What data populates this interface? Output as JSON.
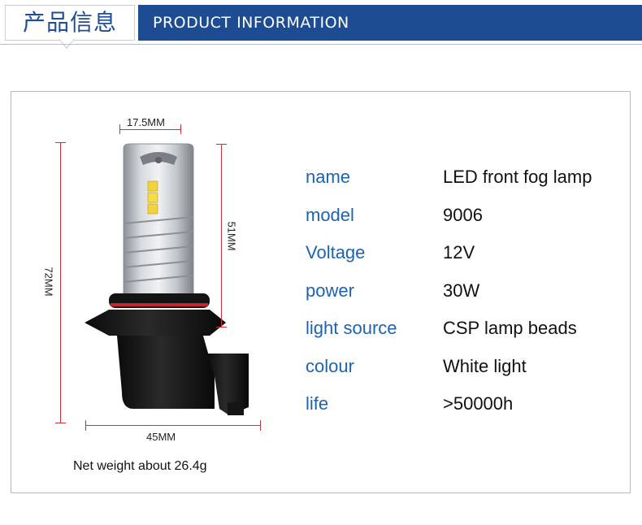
{
  "header": {
    "title_cn": "产品信息",
    "title_en": "PRODUCT INFORMATION",
    "colors": {
      "banner": "#1d4c92",
      "cn_text": "#1d4e93"
    }
  },
  "figure": {
    "width_top": "17.5MM",
    "height_total": "72MM",
    "height_head": "51MM",
    "width_base": "45MM",
    "dimension_line_color": "#d0303a"
  },
  "specs": [
    {
      "label": "name",
      "value": "LED front fog lamp"
    },
    {
      "label": "model",
      "value": "9006"
    },
    {
      "label": "Voltage",
      "value": "12V"
    },
    {
      "label": "power",
      "value": "30W"
    },
    {
      "label": "light source",
      "value": "CSP lamp beads"
    },
    {
      "label": "colour",
      "value": "White light"
    },
    {
      "label": "life",
      "value": ">50000h"
    }
  ],
  "net_weight": "Net weight about 26.4g"
}
